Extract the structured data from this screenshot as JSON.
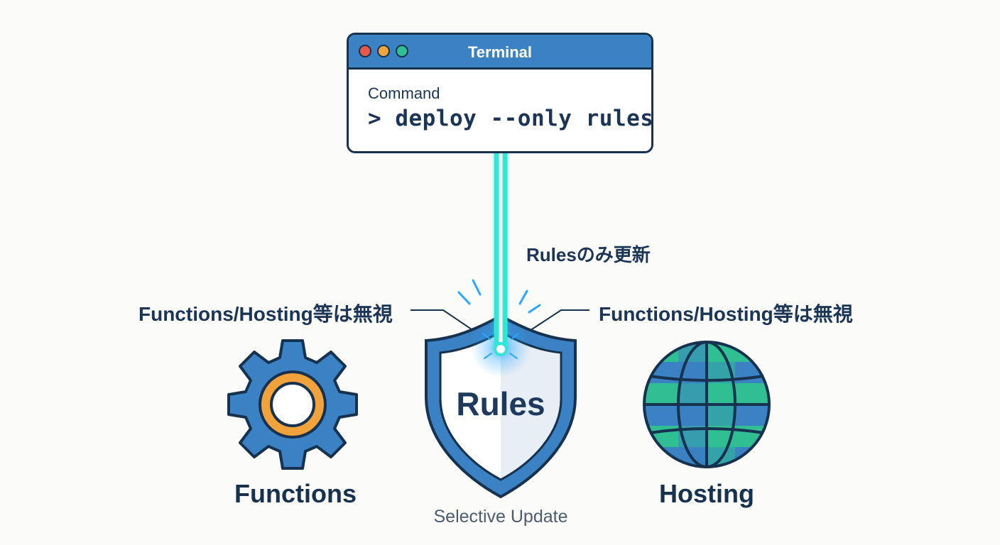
{
  "terminal": {
    "title": "Terminal",
    "label": "Command",
    "command": "> deploy --only rules"
  },
  "labels": {
    "rules_only": "Rulesのみ更新",
    "ignore_left": "Functions/Hosting等は無視",
    "ignore_right": "Functions/Hosting等は無視",
    "functions": "Functions",
    "rules": "Rules",
    "hosting": "Hosting",
    "caption": "Selective Update"
  },
  "icons": {
    "functions": "gear-icon",
    "rules": "shield-icon",
    "hosting": "globe-icon"
  },
  "colors": {
    "outline": "#17324f",
    "blue": "#3b82c4",
    "orange": "#f2a23a",
    "teal": "#2fbf92",
    "beam": "#2ee8d6",
    "glow": "#2aa8ff"
  }
}
